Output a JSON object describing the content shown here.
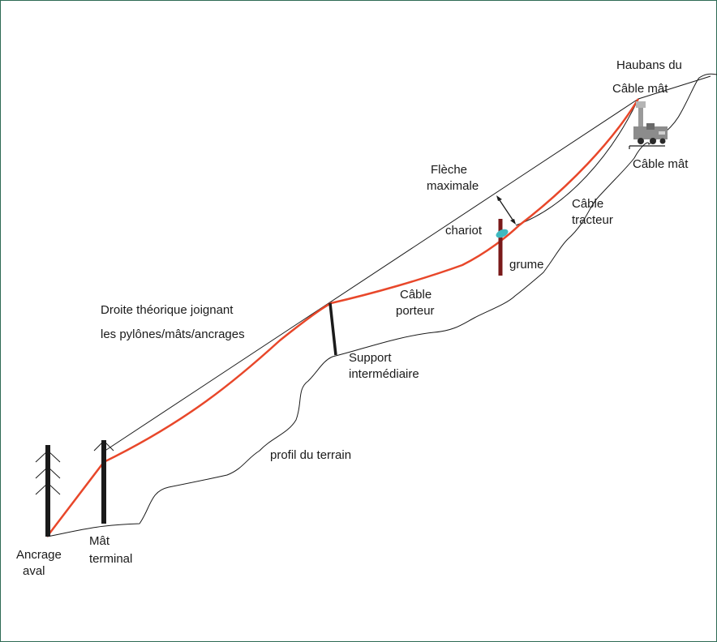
{
  "colors": {
    "frame": "#2e6b55",
    "carrying_cable": "#e8472a",
    "ground_line": "#1a1a1a",
    "pylon": "#1a1a1a",
    "log": "#7a1a1a",
    "carriage": "#3fb9c0"
  },
  "labels": {
    "haubans_line1": "Haubans du",
    "haubans_line2": "Câble mât",
    "cable_mat": "Câble mât",
    "fleche_line1": "Flèche",
    "fleche_line2": "maximale",
    "cable_tracteur_line1": "Câble",
    "cable_tracteur_line2": "tracteur",
    "chariot": "chariot",
    "grume": "grume",
    "cable_porteur_line1": "Câble",
    "cable_porteur_line2": "porteur",
    "droite_line1": "Droite théorique joignant",
    "droite_line2": "les pylônes/mâts/ancrages",
    "support_line1": "Support",
    "support_line2": "intermédiaire",
    "profil": "profil du terrain",
    "ancrage_line1": "Ancrage",
    "ancrage_line2": "aval",
    "mat_terminal_line1": "Mât",
    "mat_terminal_line2": "terminal"
  },
  "icons": {
    "tower_yarder": "tower-yarder-machine",
    "anchor_tree": "conifer-tree",
    "double_arrow": "double-headed-arrow"
  }
}
